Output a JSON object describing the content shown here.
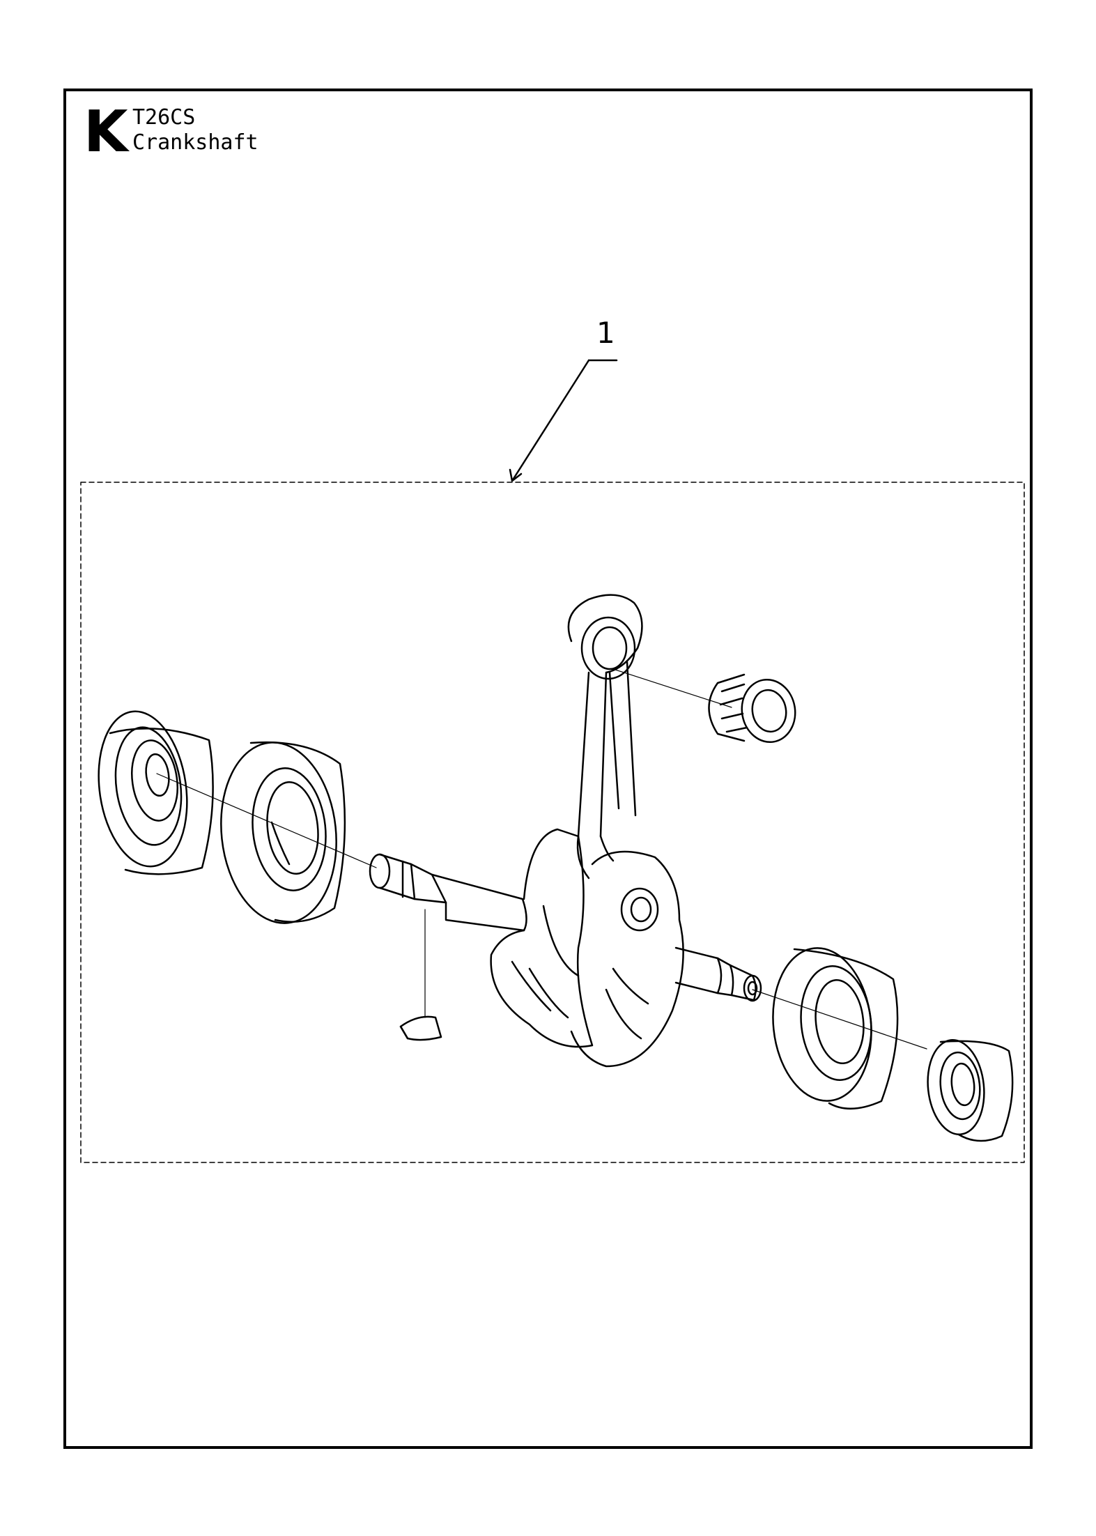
{
  "header": {
    "section_letter": "K",
    "model": "T26CS",
    "title": "Crankshaft"
  },
  "callouts": [
    {
      "number": "1"
    }
  ],
  "colors": {
    "line": "#000000",
    "background": "#ffffff"
  }
}
